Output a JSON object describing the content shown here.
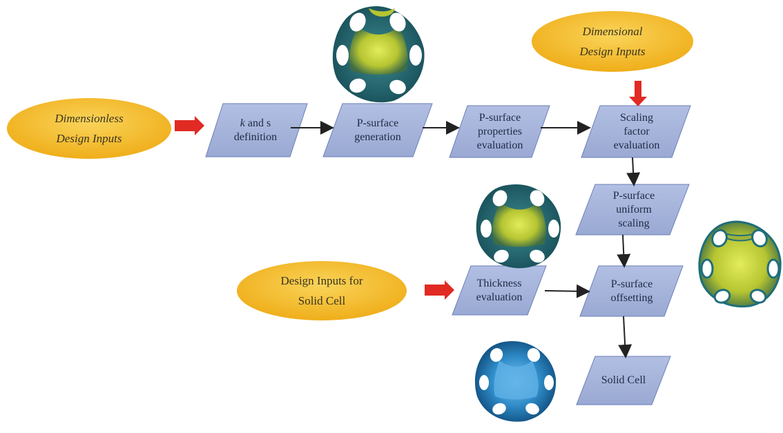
{
  "ovals": {
    "dimensionless": {
      "line1": "Dimensionless",
      "line2": "Design Inputs"
    },
    "dimensional": {
      "line1": "Dimensional",
      "line2": "Design Inputs"
    },
    "solid": {
      "line1": "Design Inputs for",
      "line2": "Solid Cell"
    }
  },
  "steps": {
    "k_s": {
      "line1_k": "k",
      "line1_rest": " and s",
      "line2": "definition"
    },
    "generation": {
      "line1": "P-",
      "line1b": "surface",
      "line2": "generation"
    },
    "properties": {
      "line1": "P-surface",
      "line2": "properties",
      "line3": "evaluation"
    },
    "scaling_factor": {
      "line1": "Scaling",
      "line2": "factor",
      "line3": "evaluation"
    },
    "uniform_scaling": {
      "line1": "P-surface",
      "line2": "uniform",
      "line3": "scaling"
    },
    "thickness": {
      "line1": "Thickness",
      "line2": "evaluation"
    },
    "offsetting": {
      "line1": "P-surface",
      "line2": "offsetting"
    },
    "solid_cell": {
      "line1": "Solid Cell"
    }
  },
  "colors": {
    "oval_fill": "#f3b927",
    "step_fill": "#a5b3da",
    "step_stroke": "#6a7fb8",
    "input_arrow": "#e02a23",
    "flow_arrow": "#222222",
    "surface_yellow": "#c6d23a",
    "surface_teal": "#1f5e6a",
    "surface_blue": "#2a86c2"
  }
}
